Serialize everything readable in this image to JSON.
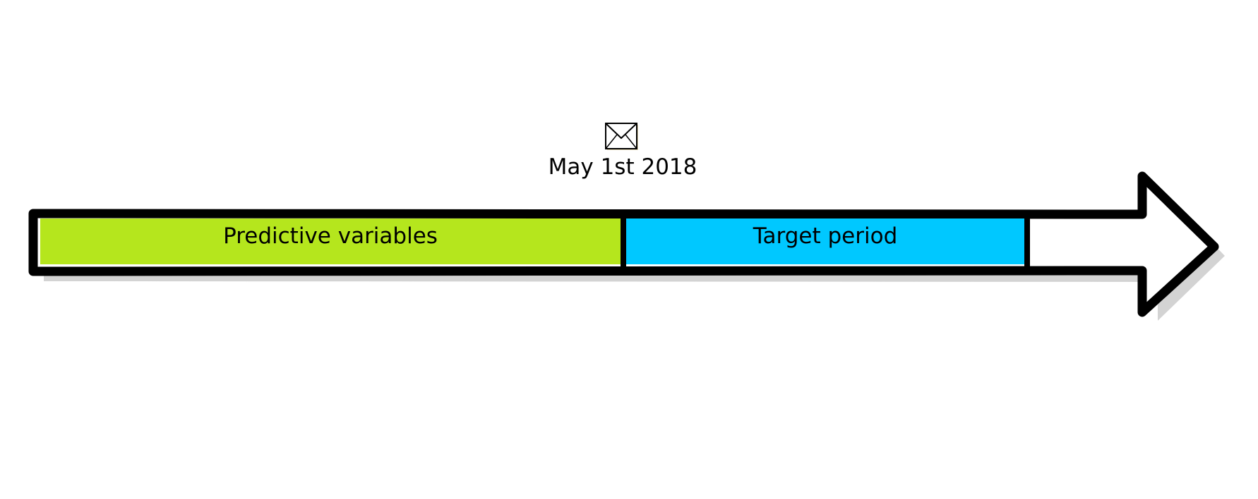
{
  "marker": {
    "date_label": "May 1st 2018",
    "icon": "envelope-icon"
  },
  "timeline": {
    "segments": [
      {
        "label": "Predictive variables",
        "color": "#b5e61d"
      },
      {
        "label": "Target period",
        "color": "#00c8ff"
      }
    ],
    "arrow_outline_color": "#000000",
    "arrow_fill_color": "#ffffff",
    "shadow_color": "#c8c8c8"
  }
}
